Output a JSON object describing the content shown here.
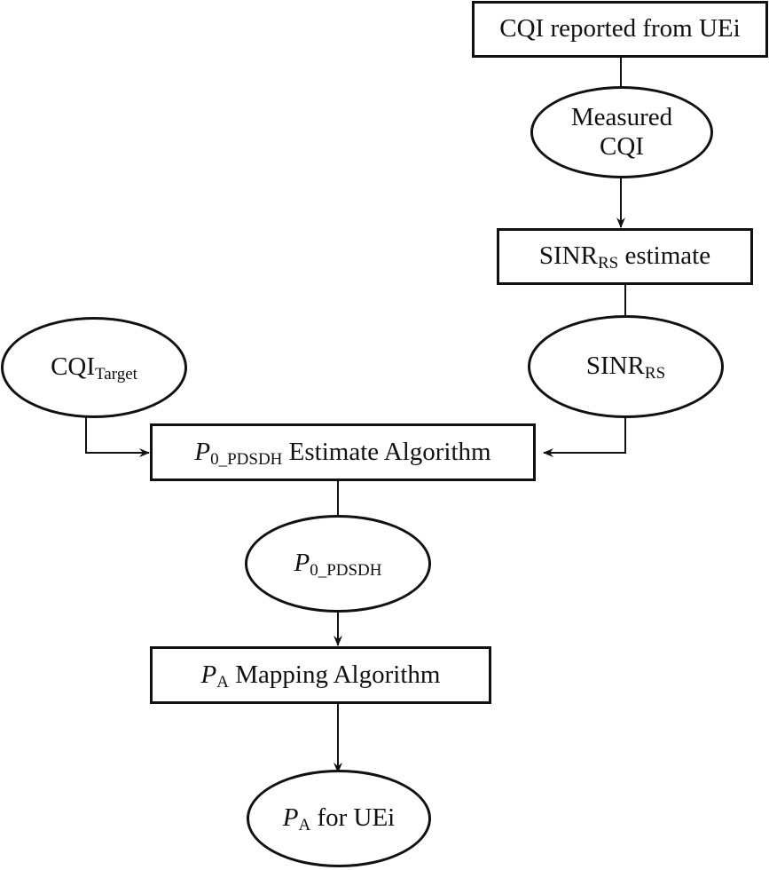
{
  "diagram": {
    "nodes": {
      "cqi_reported": {
        "label": "CQI reported from UEi",
        "shape": "rectangle"
      },
      "measured_cqi": {
        "label_line1": "Measured",
        "label_line2": "CQI",
        "shape": "ellipse"
      },
      "sinr_estimate": {
        "main": "SINR",
        "sub": "RS",
        "suffix": " estimate",
        "shape": "rectangle"
      },
      "sinr_rs": {
        "main": "SINR",
        "sub": "RS",
        "shape": "ellipse"
      },
      "cqi_target": {
        "main": "CQI",
        "sub": "Target",
        "shape": "ellipse"
      },
      "p0_estimate": {
        "main": "P",
        "sub": "0_PDSDH",
        "suffix": " Estimate Algorithm",
        "shape": "rectangle"
      },
      "p0_value": {
        "main": "P",
        "sub": "0_PDSDH",
        "shape": "ellipse"
      },
      "pa_mapping": {
        "main": "P",
        "sub": "A",
        "suffix": " Mapping Algorithm",
        "shape": "rectangle"
      },
      "pa_for_ue": {
        "main": "P",
        "sub": "A",
        "suffix": " for UEi",
        "shape": "ellipse"
      }
    },
    "edges": [
      {
        "from": "cqi_reported",
        "to": "measured_cqi",
        "arrow": false
      },
      {
        "from": "measured_cqi",
        "to": "sinr_estimate",
        "arrow": true
      },
      {
        "from": "sinr_estimate",
        "to": "sinr_rs",
        "arrow": false
      },
      {
        "from": "sinr_rs",
        "to": "p0_estimate",
        "arrow": true
      },
      {
        "from": "cqi_target",
        "to": "p0_estimate",
        "arrow": true
      },
      {
        "from": "p0_estimate",
        "to": "p0_value",
        "arrow": false
      },
      {
        "from": "p0_value",
        "to": "pa_mapping",
        "arrow": true
      },
      {
        "from": "pa_mapping",
        "to": "pa_for_ue",
        "arrow": true
      }
    ]
  }
}
